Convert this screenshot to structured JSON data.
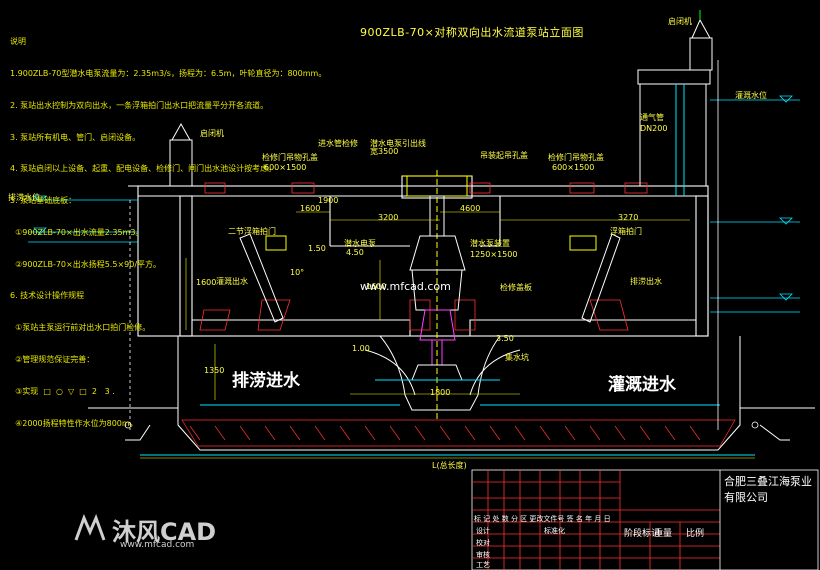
{
  "title": "900ZLB-70×对称双向出水流道泵站立面图",
  "notes": [
    "说明",
    "1.900ZLB-70型潜水电泵流量为：2.35m3/s，扬程为：6.5m，叶轮直径为：800mm。",
    "2. 泵站出水控制为双向出水，一条浮箱拍门出水口把流量平分开各流道。",
    "3. 泵站所有机电、管门、启闭设备。",
    "4. 泵站启闭以上设备、起重、配电设备、检修门、闸门出水池设计按考虑。",
    "5. 泵站基础底板：",
    "  ①900ZLB-70×出水流量2.35m3。",
    "  ②900ZLB-70×出水扬程5.5×90/平方。",
    "6. 技术设计操作规程",
    "  ①泵站主泵运行前对出水口拍门检修。",
    "  ②管理规范保证完善：",
    "  ③实现  □  ○  ▽  □  2   3 .",
    "  ④2000扬程特性作水位为800m。"
  ],
  "labels": {
    "hoist_left": "启闭机",
    "hoist_right": "启闭机",
    "drain_level": "排涝水位",
    "irrig_level": "灌溉水位",
    "slab_left": "检修门吊物孔盖",
    "slab_left_dim": "600×1500",
    "slab_right": "检修门吊物孔盖",
    "slab_right_dim": "600×1500",
    "pump_top": "吊装起吊孔盖",
    "pipe_label": "进水管检修",
    "pipe_label2": "潜水电泵引出线",
    "vent": "通气管",
    "vent_dim": "DN200",
    "gate_left": "二节浮箱拍门",
    "gate_right": "浮箱拍门",
    "outlet_left": "灌溉出水",
    "outlet_right": "排涝出水",
    "motor": "潜水电泵",
    "base": "检修盖板",
    "sump": "集水坑",
    "clear_space": "宽3500",
    "pump_device": "潜水泵装置",
    "pump_dim": "1250×1500",
    "dim_1": "1600",
    "dim_2": "3200",
    "dim_3": "4600",
    "dim_4": "3270",
    "dim_5": "1600",
    "dim_6": "1600",
    "dim_7": "1350",
    "dim_8": "1800",
    "dim_9": "1900",
    "elev_1": "1.50",
    "elev_2": "4.50",
    "elev_3": "3.50",
    "elev_4": "1.00",
    "slope": "10°",
    "total_length": "L(总长度)"
  },
  "big_labels": {
    "left": "排涝进水",
    "right": "灌溉进水"
  },
  "title_block": {
    "company": "合肥三叠江海泵业有限公司",
    "row1": [
      "标",
      "记",
      "处",
      "数",
      "分",
      "区",
      "更改文件号",
      "签",
      "名",
      "年",
      "月",
      "日"
    ],
    "design": "设计",
    "check": "校对",
    "approve": "审核",
    "process": "工艺",
    "std": "标准化",
    "stage_mark": "阶段标记",
    "weight": "重量",
    "scale": "比例"
  },
  "watermark": {
    "brand": "沐风CAD",
    "site": "www.mfcad.com",
    "center": "www.mfcad.com"
  },
  "colors": {
    "structure": "#ffffff",
    "dimension": "#ffff00",
    "hatch": "#ff3030",
    "water": "#00e5ff",
    "equipment": "#ff40ff",
    "green": "#00ff00"
  }
}
